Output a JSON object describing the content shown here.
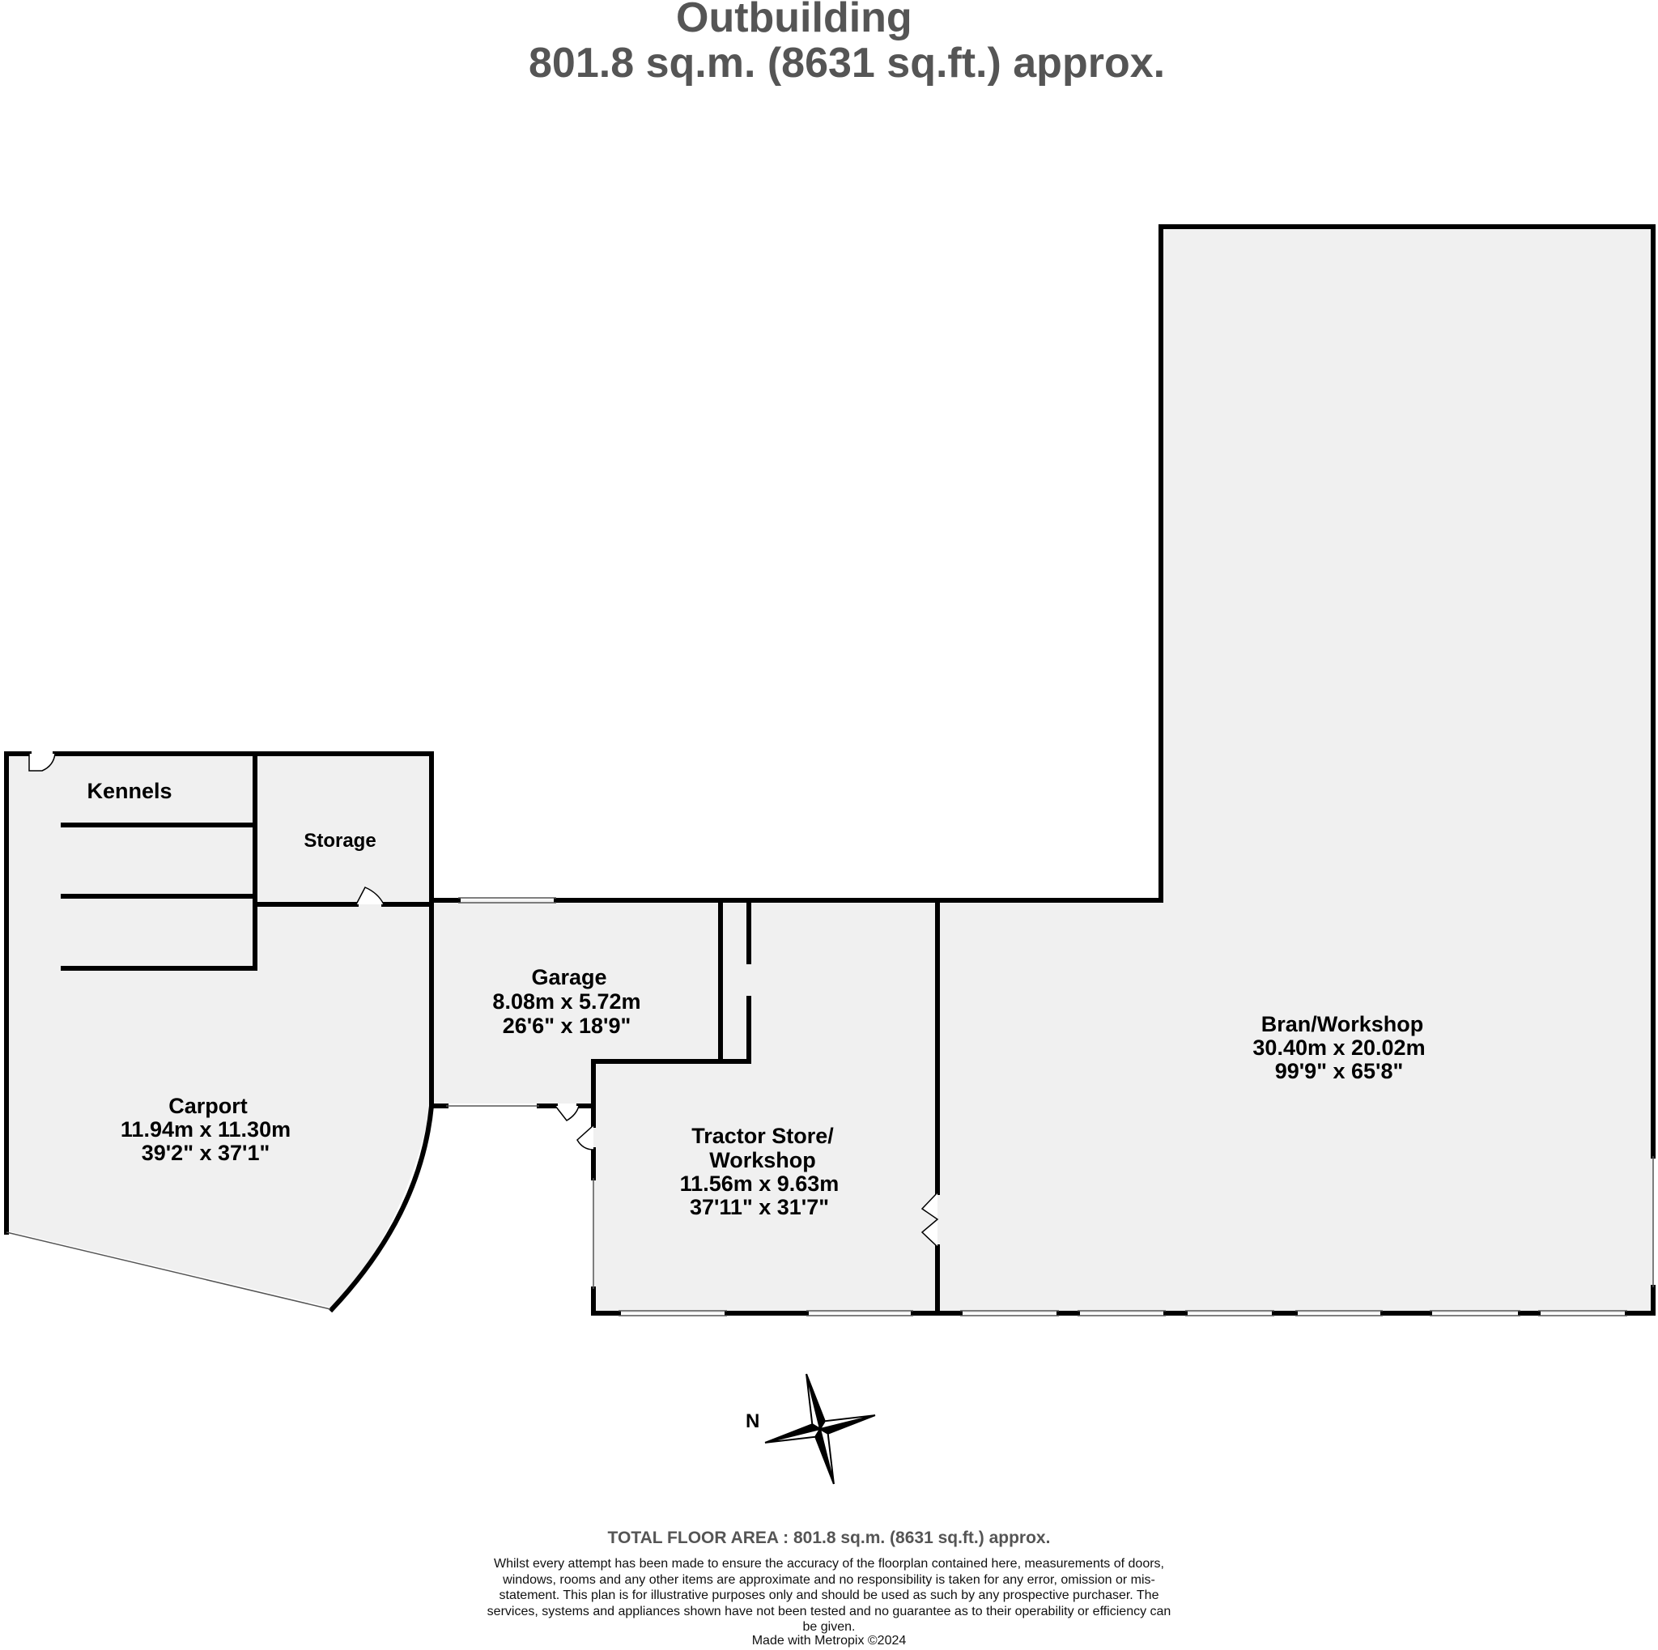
{
  "header": {
    "title": "Outbuilding",
    "area": "801.8 sq.m. (8631 sq.ft.) approx."
  },
  "rooms": {
    "kennels": {
      "name": "Kennels"
    },
    "storage": {
      "name": "Storage"
    },
    "garage": {
      "name": "Garage",
      "metric": "8.08m  x 5.72m",
      "imperial": "26'6\"  x 18'9\""
    },
    "carport": {
      "name": "Carport",
      "metric": "11.94m  x 11.30m",
      "imperial": "39'2\"  x 37'1\""
    },
    "tractor_store": {
      "name_line1": "Tractor Store/",
      "name_line2": "Workshop",
      "metric": "11.56m  x 9.63m",
      "imperial": "37'11\"  x 31'7\""
    },
    "barn_workshop": {
      "name": "Bran/Workshop",
      "metric": "30.40m  x 20.02m",
      "imperial": "99'9\"  x 65'8\""
    }
  },
  "compass": {
    "north_label": "N"
  },
  "footer": {
    "total": "TOTAL FLOOR AREA : 801.8 sq.m. (8631 sq.ft.) approx.",
    "disclaimer": "Whilst every attempt has been made to ensure the accuracy of the floorplan contained here, measurements of doors, windows, rooms and any other items are approximate and no responsibility is taken for any error, omission or mis-statement. This plan is for illustrative purposes only and should be used as such by any prospective purchaser. The services, systems and appliances shown have not been tested and no guarantee as to their operability or efficiency can be given.",
    "credit": "Made with Metropix ©2024"
  },
  "colors": {
    "floor_fill": "#f0f0f0",
    "wall": "#000000",
    "title": "#555555"
  }
}
